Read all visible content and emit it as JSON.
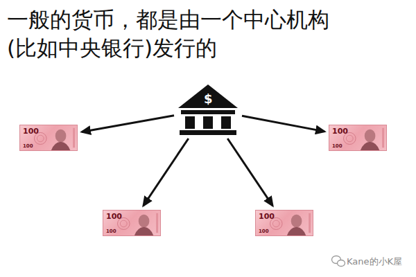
{
  "diagram": {
    "title": "一般的货币，都是由一个中心机构 (比如中央银行)发行的",
    "nodes": [
      {
        "text": [
          "$"
        ]
      },
      {
        "text": [
          "100",
          "100"
        ]
      },
      {
        "text": [
          "100",
          "100"
        ]
      },
      {
        "text": [
          "100",
          "100"
        ]
      },
      {
        "text": [
          "100",
          "100"
        ]
      }
    ],
    "edges": [
      {
        "from": 0,
        "to": 1,
        "arrow": "to"
      },
      {
        "from": 0,
        "to": 2,
        "arrow": "to"
      },
      {
        "from": 0,
        "to": 3,
        "arrow": "to"
      },
      {
        "from": 0,
        "to": 4,
        "arrow": "to"
      }
    ],
    "labels": [
      "Kane的小K屋"
    ]
  }
}
